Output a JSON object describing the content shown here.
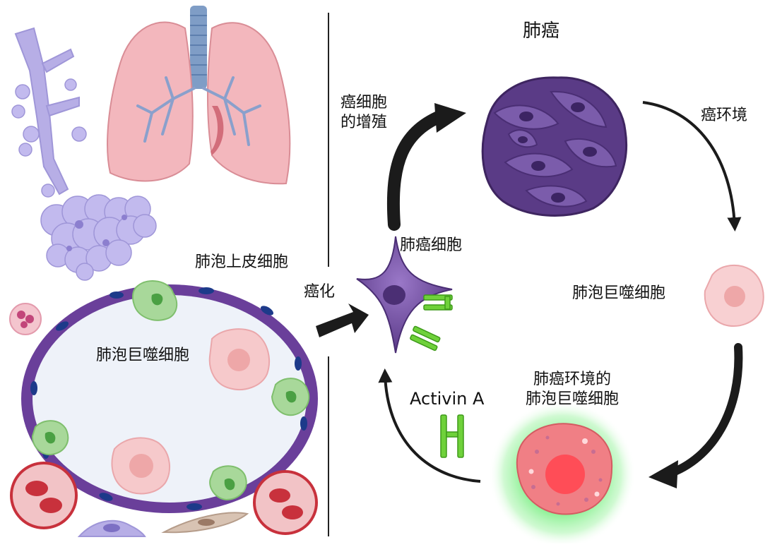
{
  "labels": {
    "lung_cancer": "肺癌",
    "proliferation_line1": "癌细胞",
    "proliferation_line2": "的增殖",
    "cancer_environment": "癌环境",
    "lung_cancer_cell": "肺癌细胞",
    "canceration": "癌化",
    "alveolar_epithelial": "肺泡上皮细胞",
    "alveolar_macrophage_left": "肺泡巨噬细胞",
    "alveolar_macrophage_right": "肺泡巨噬细胞",
    "activin": "Activin A",
    "tumor_macrophage_line1": "肺癌环境的",
    "tumor_macrophage_line2": "肺泡巨噬细胞"
  },
  "colors": {
    "lung_pink": "#f3b7bd",
    "airway_purple": "#b7aee6",
    "trachea_blue": "#7f9dc6",
    "alveolus_wall": "#6a3f9a",
    "alveolus_inner": "#eef2f9",
    "macrophage_pink": "#f6c9cb",
    "macrophage_green": "#a8d89a",
    "cancer_purple": "#5a3b86",
    "activin_green": "#6fd13a",
    "glow_green": "#7ef08a",
    "tumor_macrophage": "#f07f85",
    "rbc_red": "#c8313c",
    "arrow_dark": "#1b1b1b"
  },
  "icons": [
    "lung-icon",
    "bronchiole-icon",
    "alveolus-icon",
    "macrophage-icon",
    "cancer-mass-icon",
    "cancer-cell-icon",
    "activin-icon",
    "red-blood-cell-icon"
  ]
}
